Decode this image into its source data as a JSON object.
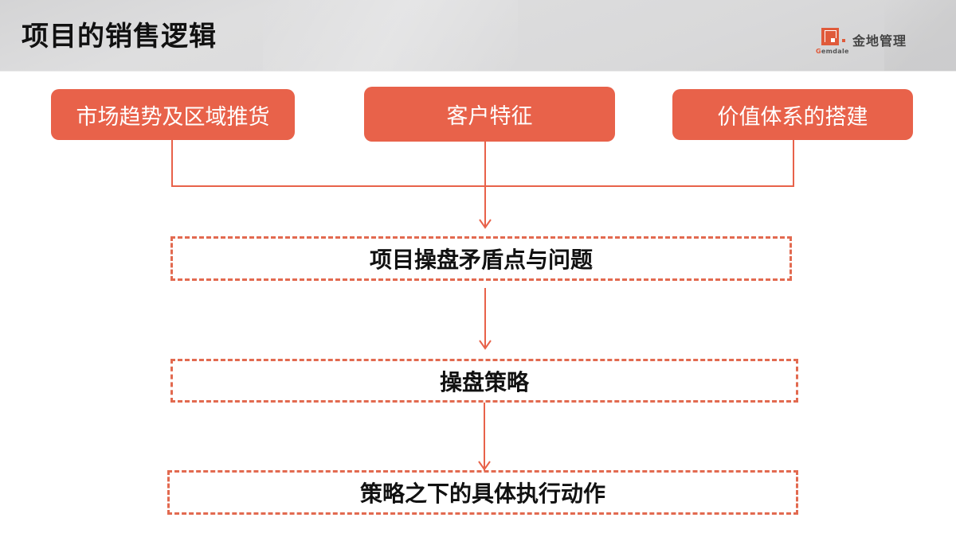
{
  "header": {
    "title": "项目的销售逻辑",
    "logo": {
      "brand_cn": "金地管理",
      "brand_en_initial": "G",
      "brand_en_rest": "emdale",
      "icon": "gemdale-logo-icon"
    }
  },
  "colors": {
    "accent": "#e8624a",
    "dash": "#e26a50",
    "text": "#111111",
    "header_bg": "#dcdcdd"
  },
  "inputs": [
    {
      "label": "市场趋势及区域推货"
    },
    {
      "label": "客户特征"
    },
    {
      "label": "价值体系的搭建"
    }
  ],
  "flow": [
    {
      "label": "项目操盘矛盾点与问题"
    },
    {
      "label": "操盘策略"
    },
    {
      "label": "策略之下的具体执行动作"
    }
  ]
}
